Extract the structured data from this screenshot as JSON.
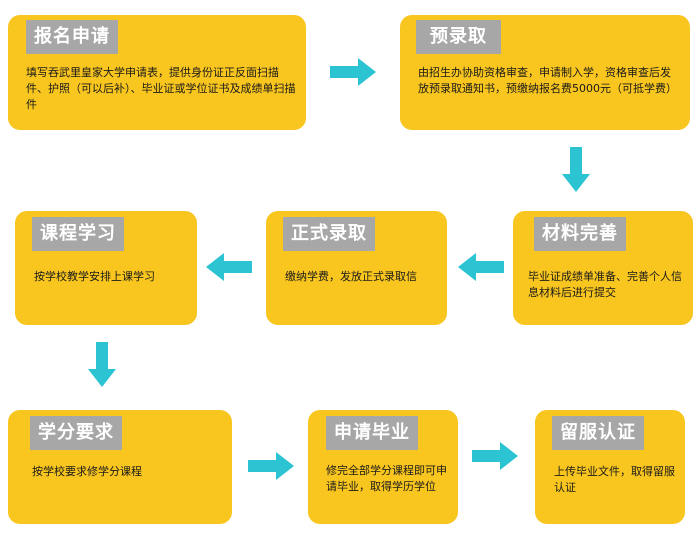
{
  "steps": {
    "apply": {
      "title": "报名申请",
      "text": "填写吞武里皇家大学申请表，提供身份证正反面扫描件、护照（可以后补）、毕业证或学位证书及成绩单扫描件"
    },
    "pre_admission": {
      "title": "预录取",
      "text": "由招生办协助资格审查，申请制入学，资格审查后发放预录取通知书，预缴纳报名费5000元（可抵学费）"
    },
    "materials": {
      "title": "材料完善",
      "text": "毕业证成绩单准备、完善个人信息材料后进行提交"
    },
    "official_admission": {
      "title": "正式录取",
      "text": "缴纳学费，发放正式录取信"
    },
    "coursework": {
      "title": "课程学习",
      "text": "按学校教学安排上课学习"
    },
    "credits": {
      "title": "学分要求",
      "text": "按学校要求修学分课程"
    },
    "graduation": {
      "title": "申请毕业",
      "text": "修完全部学分课程即可申请毕业，取得学历学位"
    },
    "certification": {
      "title": "留服认证",
      "text": "上传毕业文件，取得留服认证"
    }
  },
  "colors": {
    "box": "#f9c61f",
    "tag": "#a7a7a7",
    "arrow": "#2cc3d2"
  }
}
